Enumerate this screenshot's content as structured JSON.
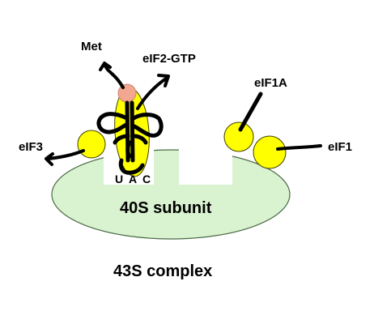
{
  "labels": {
    "met": "Met",
    "eif2_gtp": "eIF2-GTP",
    "eif1a": "eIF1A",
    "eif3": "eIF3",
    "eif1": "eIF1",
    "subunit": "40S subunit",
    "complex": "43S complex"
  },
  "anticodon": [
    "U",
    "A",
    "C"
  ],
  "colors": {
    "subunit_fill": "#d9f2d0",
    "subunit_stroke": "#4a6a46",
    "factor_fill": "#ffff00",
    "factor_stroke": "#3f3f00",
    "met_fill": "#f4a790",
    "ink": "#000000"
  }
}
